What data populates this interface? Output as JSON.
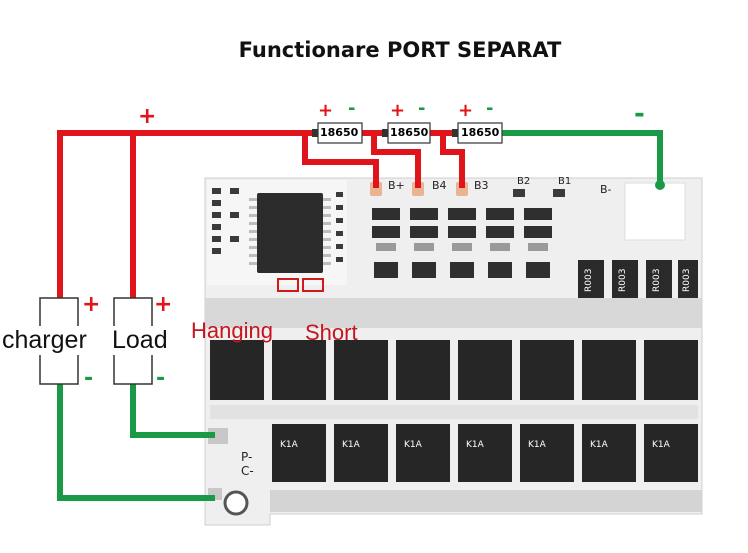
{
  "title": "Functionare PORT SEPARAT",
  "colors": {
    "positive_wire": "#e0141b",
    "negative_wire": "#1a9a46",
    "board": "#f2f2f2",
    "component": "#2a2a2a"
  },
  "cells": [
    {
      "label": "18650",
      "plus": "+",
      "minus": "-"
    },
    {
      "label": "18650",
      "plus": "+",
      "minus": "-"
    },
    {
      "label": "18650",
      "plus": "+",
      "minus": "-"
    }
  ],
  "top_wire": {
    "plus": "+",
    "minus": "-"
  },
  "charger": {
    "label": "charger",
    "plus": "+",
    "minus": "-"
  },
  "load": {
    "label": "Load",
    "plus": "+",
    "minus": "-"
  },
  "pads": {
    "hanging": "Hanging",
    "short": "Short"
  },
  "board_marks": {
    "b_plus": "B+",
    "b4": "B4",
    "b3": "B3",
    "b2": "B2",
    "b1": "B1",
    "b_minus": "B-",
    "p_minus": "P-",
    "c_minus": "C-"
  },
  "resistor_marking": "R003",
  "mosfet_marking": "K1A"
}
